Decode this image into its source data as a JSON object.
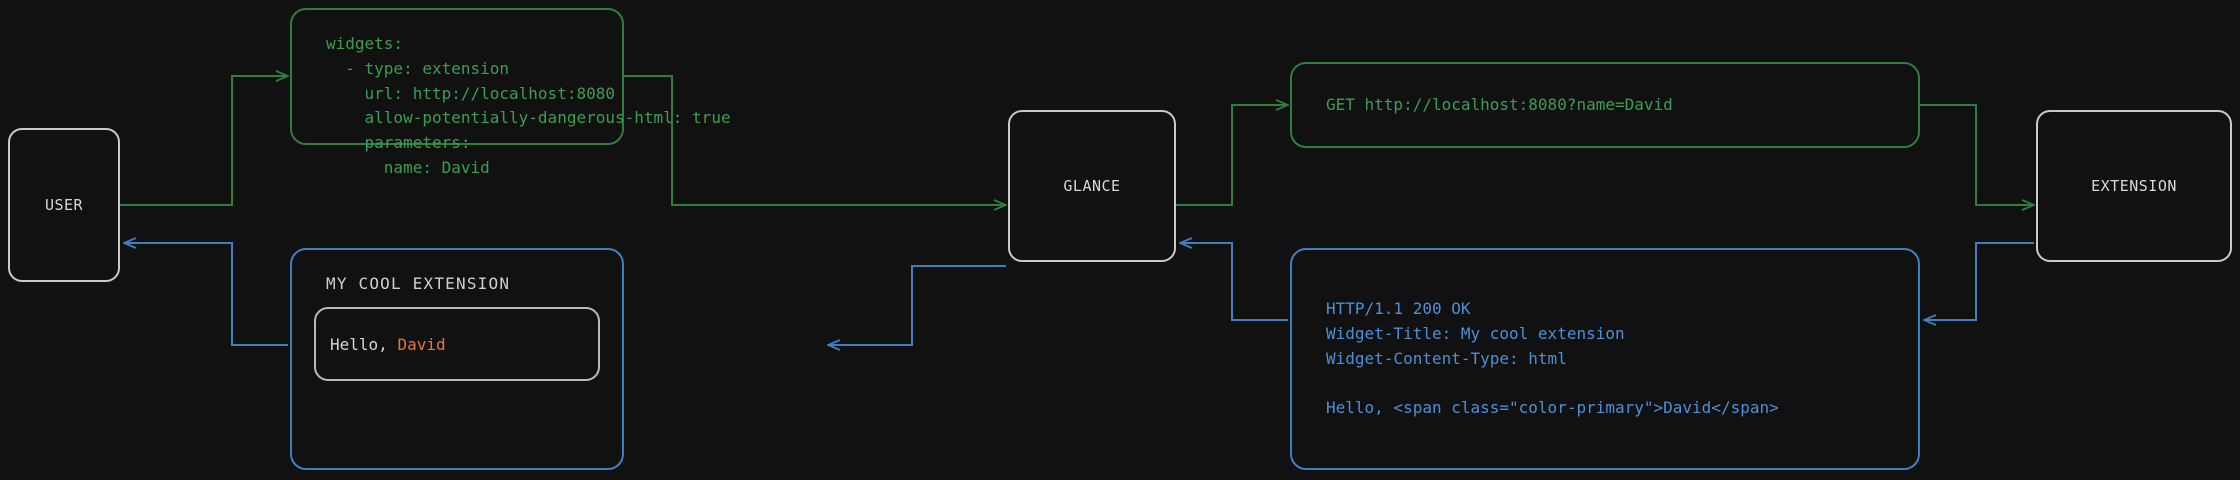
{
  "theme": {
    "background": "#111111",
    "node_border": "#c9c9c9",
    "node_text": "#d8d8d8",
    "request_color": "#3a9e52",
    "request_border": "#2f7d3f",
    "response_color": "#4a90d9",
    "response_border": "#3d7fc1",
    "accent_color": "#e8743b",
    "widget_text": "#d5d5d5"
  },
  "nodes": {
    "user": {
      "label": "USER"
    },
    "glance": {
      "label": "GLANCE"
    },
    "extension": {
      "label": "EXTENSION"
    }
  },
  "config_box": {
    "code": "widgets:\n  - type: extension\n    url: http://localhost:8080\n    allow-potentially-dangerous-html: true\n    parameters:\n      name: David"
  },
  "request_box": {
    "code": "GET http://localhost:8080?name=David"
  },
  "response_box": {
    "code": "HTTP/1.1 200 OK\nWidget-Title: My cool extension\nWidget-Content-Type: html\n\nHello, <span class=\"color-primary\">David</span>"
  },
  "widget_box": {
    "title": "MY COOL EXTENSION",
    "greeting": "Hello, ",
    "name": "David"
  }
}
